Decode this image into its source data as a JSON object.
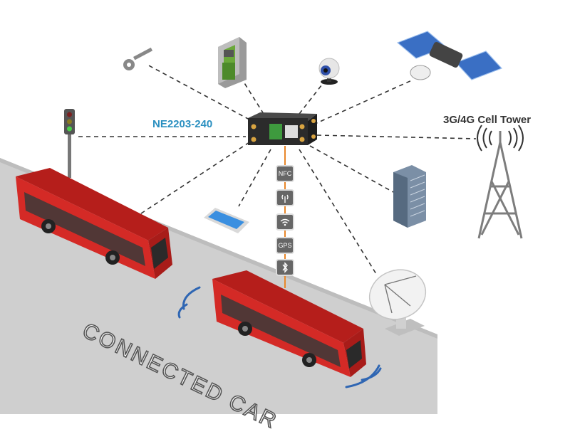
{
  "labels": {
    "router": "NE2203-240",
    "tower": "3G/4G Cell Tower",
    "road": "CONNECTED CAR"
  },
  "tech_stack": [
    {
      "icon": "nfc-icon",
      "text": "NFC"
    },
    {
      "icon": "antenna-signal-icon",
      "text": ""
    },
    {
      "icon": "wifi-icon",
      "text": ""
    },
    {
      "icon": "gps-icon",
      "text": "GPS"
    },
    {
      "icon": "bluetooth-icon",
      "text": ""
    }
  ],
  "colors": {
    "bus": "#d42a26",
    "road": "#cfcfcf",
    "router_label": "#2a8fc0",
    "link_line": "#333333",
    "vertical_link": "#e8872a",
    "signal_wave": "#2f66b3"
  }
}
